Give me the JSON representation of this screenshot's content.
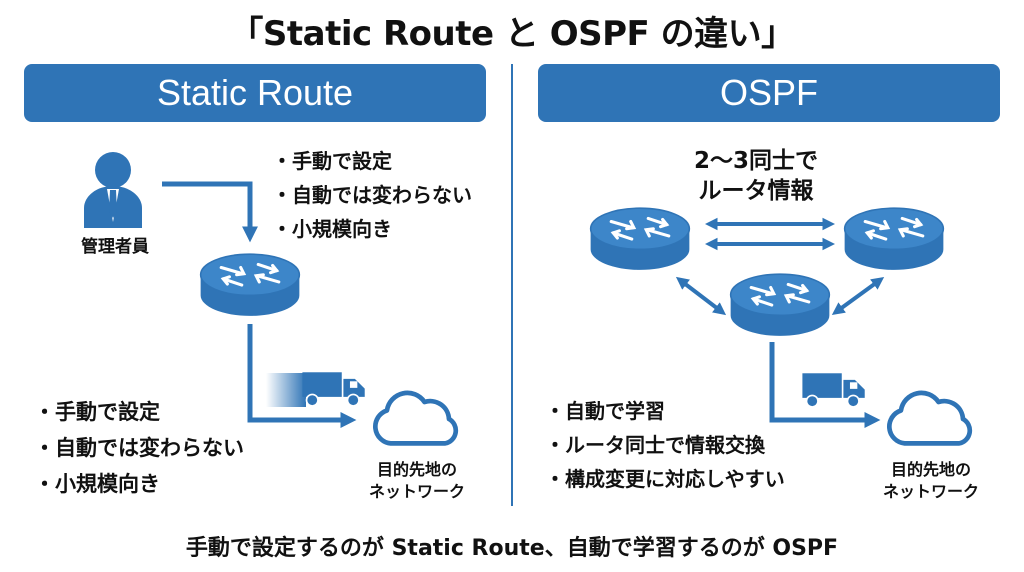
{
  "title": "「Static Route と OSPF の違い」",
  "left_panel": {
    "header": "Static Route",
    "admin_label": "管理者員",
    "features_top": [
      "手動で設定",
      "自動では変わらない",
      "小規模向き"
    ],
    "features_bottom": [
      "手動で設定",
      "自動では変わらない",
      "小規模向き"
    ],
    "destination_label": [
      "目的先地の",
      "ネットワーク"
    ]
  },
  "right_panel": {
    "header": "OSPF",
    "peer_label": [
      "2〜3同士で",
      "ルータ情報"
    ],
    "features": [
      "自動で学習",
      "ルータ同士で情報交換",
      "構成変更に対応しやすい"
    ],
    "destination_label": [
      "目的先地の",
      "ネットワーク"
    ]
  },
  "footer": "手動で設定するのが Static Route、自動で学習するのが OSPF",
  "icons": [
    "person-icon",
    "router-icon",
    "truck-icon",
    "cloud-icon"
  ],
  "colors": {
    "accent": "#2f74b6",
    "text": "#111111",
    "background": "#ffffff"
  }
}
